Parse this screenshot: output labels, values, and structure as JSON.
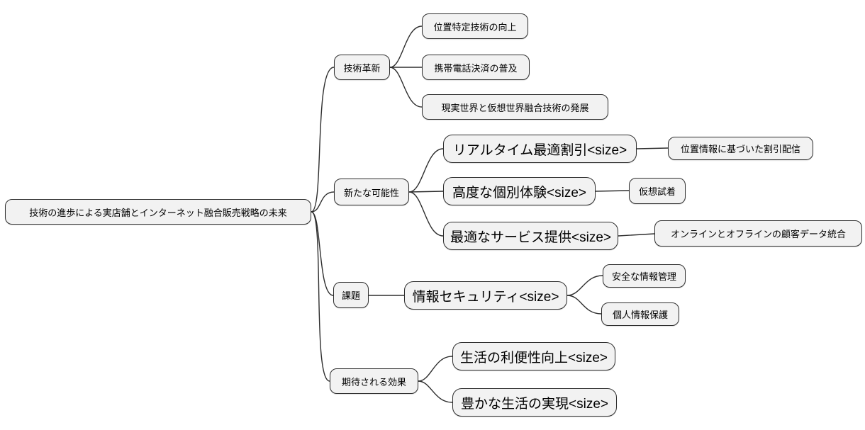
{
  "diagram_type": "mindmap",
  "colors": {
    "background": "#ffffff",
    "node_fill": "#f2f2f2",
    "node_border": "#2e2e2e",
    "connector": "#2e2e2e",
    "text": "#000000"
  },
  "mindmap": {
    "root": {
      "label": "技術の進歩による実店舗とインターネット融合販売戦略の未来"
    },
    "branches": [
      {
        "label": "技術革新",
        "children": [
          {
            "label": "位置特定技術の向上"
          },
          {
            "label": "携帯電話決済の普及"
          },
          {
            "label": "現実世界と仮想世界融合技術の発展"
          }
        ]
      },
      {
        "label": "新たな可能性",
        "children": [
          {
            "label": "リアルタイム最適割引<size>",
            "children": [
              {
                "label": "位置情報に基づいた割引配信"
              }
            ]
          },
          {
            "label": "高度な個別体験<size>",
            "children": [
              {
                "label": "仮想試着"
              }
            ]
          },
          {
            "label": "最適なサービス提供<size>",
            "children": [
              {
                "label": "オンラインとオフラインの顧客データ統合"
              }
            ]
          }
        ]
      },
      {
        "label": "課題",
        "children": [
          {
            "label": "情報セキュリティ<size>",
            "children": [
              {
                "label": "安全な情報管理"
              },
              {
                "label": "個人情報保護"
              }
            ]
          }
        ]
      },
      {
        "label": "期待される効果",
        "children": [
          {
            "label": "生活の利便性向上<size>"
          },
          {
            "label": "豊かな生活の実現<size>"
          }
        ]
      }
    ]
  }
}
